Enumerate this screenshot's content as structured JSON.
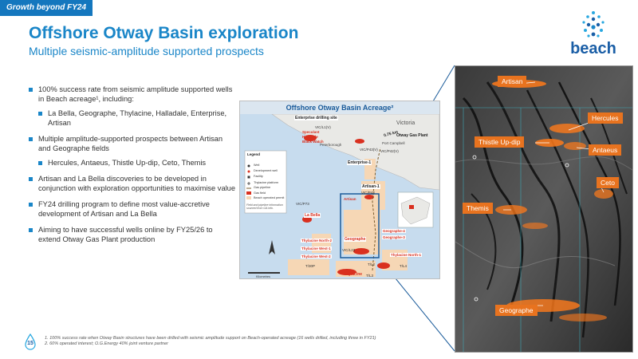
{
  "header": {
    "tag": "Growth beyond FY24",
    "title": "Offshore Otway Basin exploration",
    "subtitle": "Multiple seismic-amplitude supported prospects"
  },
  "logo": {
    "word": "beach"
  },
  "bullets": [
    {
      "text": "100% success rate from seismic amplitude supported wells in Beach acreage¹, including:",
      "sub": [
        "La Bella, Geographe, Thylacine, Halladale, Enterprise, Artisan"
      ]
    },
    {
      "text": "Multiple amplitude-supported prospects between Artisan and Geographe fields",
      "sub": [
        "Hercules, Antaeus, Thistle Up-dip, Ceto, Themis"
      ]
    },
    {
      "text": "Artisan and La Bella discoveries to be developed in conjunction with exploration opportunities to maximise value",
      "sub": []
    },
    {
      "text": "FY24 drilling program to define most value-accretive development of Artisan and La Bella",
      "sub": []
    },
    {
      "text": "Aiming to have successful wells online by FY25/26 to extend Otway Gas Plant production",
      "sub": []
    }
  ],
  "footnotes": [
    "1. 100% success rate when Otway Basin structures have been drilled with seismic amplitude support on Beach-operated acreage (16 wells drilled, including three in FY21)",
    "2. 60% operated interest; O.G.Energy 40% joint venture partner"
  ],
  "page_number": "15",
  "map": {
    "title": "Offshore Otway Basin Acreage²",
    "enterprise_site": "Enterprise drilling site",
    "state": "Victoria",
    "pipeline_label": "0.75 km",
    "gas_plant": "Otway Gas Plant",
    "port_campbell": "Port Campbell",
    "peterborough": "Peterborough",
    "permits": [
      "VIC/L1(V)",
      "VIC/P43(V)",
      "VIC/P42(V)",
      "VIC/P43",
      "VIC/P73",
      "VIC/L23",
      "T/30P",
      "T/L2",
      "T/L3",
      "T/L4"
    ],
    "fields": [
      "Speculant",
      "Halladale",
      "Black Watch",
      "Enterprise-1",
      "Artisan-1",
      "Artisan",
      "La Bella",
      "Geographe",
      "Geographe-4",
      "Geographe-3",
      "Thylacine North-2",
      "Thylacine West-1",
      "Thylacine West-2",
      "Thylacine North-1",
      "Thylacine"
    ],
    "legend": {
      "title": "Legend",
      "items": [
        "Well",
        "Development well",
        "Facility",
        "Thylacine platform",
        "Gas pipeline",
        "Gas field",
        "Beach operated permit"
      ],
      "note": "Field and pipeline information sourced from GA info."
    },
    "scale": "Kilometres",
    "colors": {
      "sea": "#c7dcee",
      "land": "#e9e9e6",
      "permit": "#f6d7b5",
      "gasfield": "#d9301f",
      "highlight": "#1a5b9a"
    }
  },
  "seismic": {
    "labels": [
      "Artisan",
      "Hercules",
      "Thistle Up-dip",
      "Antaeus",
      "Ceto",
      "Themis",
      "Geographe"
    ],
    "colors": {
      "label_bg": "#e8731f",
      "amplitude": "#ff7a1a",
      "grid": "#3fa7b5"
    }
  }
}
